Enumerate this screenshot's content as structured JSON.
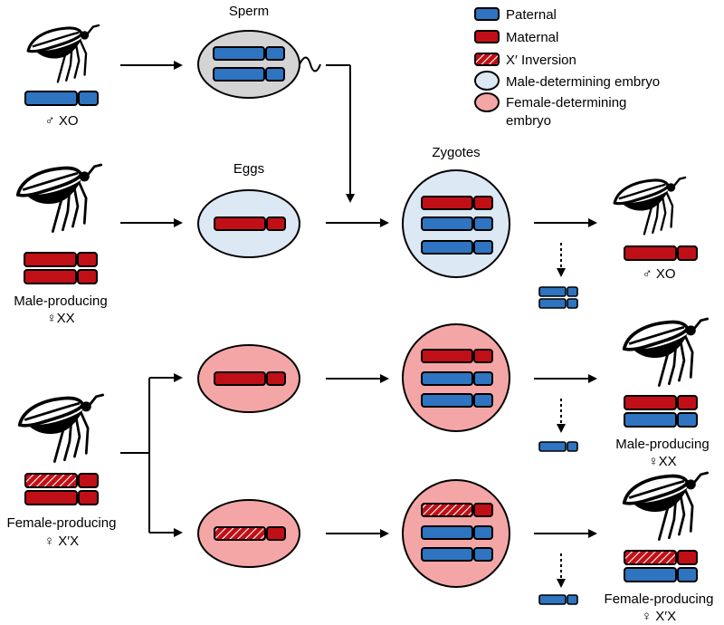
{
  "colors": {
    "paternal": "#2e74c0",
    "maternal": "#c00f16",
    "inversion_base": "#c00f16",
    "male_embryo": "#dce8f4",
    "female_embryo": "#f4a6a6",
    "sperm_cell": "#d4d4d4"
  },
  "legend": {
    "paternal": "Paternal",
    "maternal": "Maternal",
    "inversion": "X′ Inversion",
    "male_embryo": "Male-determining embryo",
    "female_embryo_line1": "Female-determining",
    "female_embryo_line2": "embryo"
  },
  "labels": {
    "sperm": "Sperm",
    "eggs": "Eggs",
    "zygotes": "Zygotes",
    "parent_male": "♂ XO",
    "parent_male_producing_1": "Male-producing",
    "parent_male_producing_2": "♀XX",
    "parent_female_producing_1": "Female-producing",
    "parent_female_producing_2": "♀ X′X",
    "offspring_male": "♂ XO",
    "offspring_male_producing_1": "Male-producing",
    "offspring_male_producing_2": "♀XX",
    "offspring_female_producing_1": "Female-producing",
    "offspring_female_producing_2": "♀ X′X"
  },
  "icons": {
    "male_fly": "fly-icon",
    "female_fly": "fly-icon"
  }
}
